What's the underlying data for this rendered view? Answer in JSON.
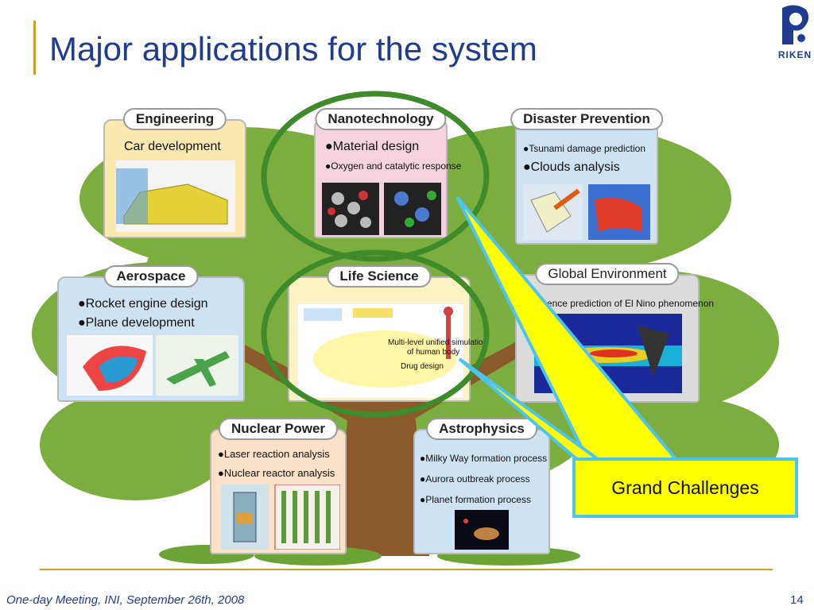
{
  "slide": {
    "title": "Major applications for the system",
    "footer": "One-day Meeting, INI, September 26th, 2008",
    "page_number": "14",
    "logo_text": "RIKEN"
  },
  "panels": {
    "engineering": {
      "header": "Engineering",
      "items": [
        "Car development"
      ]
    },
    "nanotechnology": {
      "header": "Nanotechnology",
      "items": [
        "●Material design",
        "●Oxygen and catalytic response"
      ]
    },
    "disaster": {
      "header": "Disaster Prevention",
      "items": [
        "●Tsunami damage prediction",
        "●Clouds analysis"
      ]
    },
    "aerospace": {
      "header": "Aerospace",
      "items": [
        "●Rocket engine design",
        "●Plane development"
      ]
    },
    "life_science": {
      "header": "Life Science",
      "items": [
        "Multi-level unified simulation",
        "of human body",
        "Drug design"
      ]
    },
    "global_env": {
      "header": "Global Environment",
      "items": [
        "●Influence prediction of El Nino phenomenon"
      ]
    },
    "nuclear": {
      "header": "Nuclear Power",
      "items": [
        "●Laser reaction analysis",
        "●Nuclear reactor analysis"
      ]
    },
    "astro": {
      "header": "Astrophysics",
      "items": [
        "●Milky Way formation process",
        "●Aurora outbreak process",
        "●Planet formation process"
      ]
    }
  },
  "callout": {
    "label": "Grand Challenges"
  },
  "colors": {
    "title": "#1f3c8f",
    "accent_line": "#c9a227",
    "tree_foliage": "#7cae3f",
    "tree_trunk": "#8a5a2b",
    "circle": "#3f8a2b",
    "callout_fill": "#ffff00",
    "callout_border": "#4dc3f0"
  }
}
